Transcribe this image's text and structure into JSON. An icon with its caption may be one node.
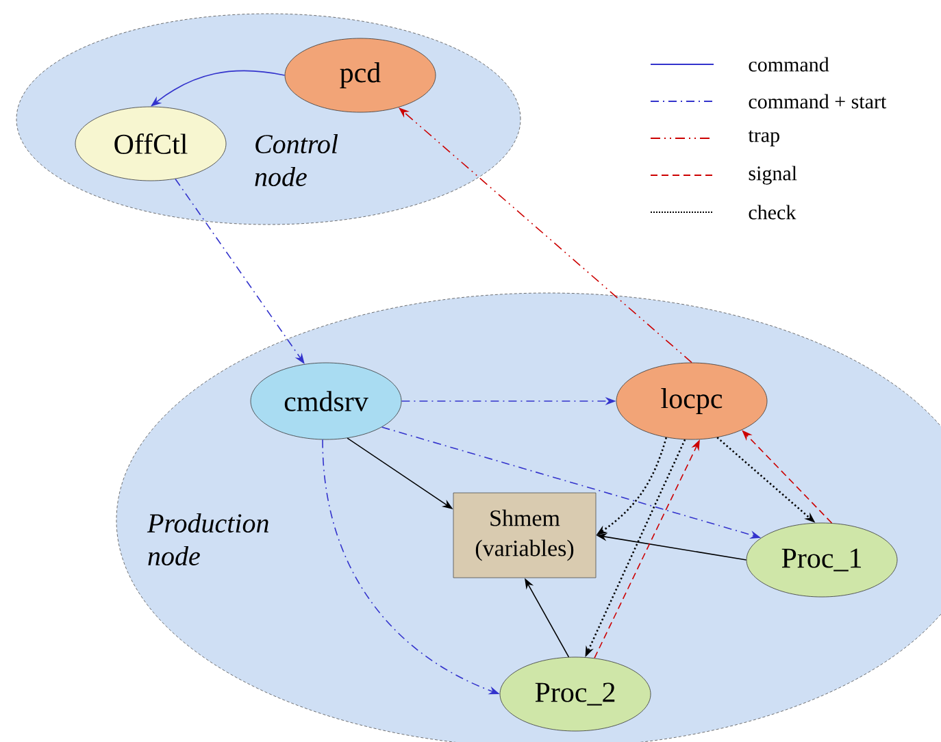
{
  "diagram": {
    "nodes": [
      {
        "text": [
          "Control node"
        ]
      },
      {
        "text": [
          "pcd"
        ],
        "in": 0
      },
      {
        "text": [
          "OffCtl"
        ],
        "in": 0
      },
      {
        "text": [
          "Production node"
        ]
      },
      {
        "text": [
          "cmdsrv"
        ],
        "in": 3
      },
      {
        "text": [
          "locpc"
        ],
        "in": 3
      },
      {
        "text": [
          "Shmem (variables)"
        ],
        "in": 3
      },
      {
        "text": [
          "Proc_1"
        ],
        "in": 3
      },
      {
        "text": [
          "Proc_2"
        ],
        "in": 3
      }
    ],
    "edges": [
      {
        "from": 1,
        "to": 2,
        "arrow": "to",
        "color": "#3333cc"
      },
      {
        "from": 2,
        "to": 4,
        "arrow": "to",
        "style": "dashed",
        "color": "#3333cc"
      },
      {
        "from": 5,
        "to": 1,
        "arrow": "to",
        "style": "dashed",
        "color": "#cc0000"
      },
      {
        "from": 4,
        "to": 5,
        "arrow": "to",
        "style": "dashed",
        "color": "#3333cc"
      },
      {
        "from": 4,
        "to": 7,
        "arrow": "to",
        "style": "dashed",
        "color": "#3333cc"
      },
      {
        "from": 4,
        "to": 8,
        "arrow": "to",
        "style": "dashed",
        "color": "#3333cc"
      },
      {
        "from": 4,
        "to": 6,
        "arrow": "to"
      },
      {
        "from": 7,
        "to": 6,
        "arrow": "to"
      },
      {
        "from": 8,
        "to": 6,
        "arrow": "to"
      },
      {
        "from": 5,
        "to": 6,
        "arrow": "to",
        "style": "dashed"
      },
      {
        "from": 5,
        "to": 8,
        "arrow": "to",
        "style": "dashed"
      },
      {
        "from": 8,
        "to": 5,
        "arrow": "to",
        "style": "dashed",
        "color": "#cc0000"
      },
      {
        "from": 5,
        "to": 7,
        "arrow": "to",
        "style": "dashed"
      },
      {
        "from": 7,
        "to": 5,
        "arrow": "to",
        "style": "dashed",
        "color": "#cc0000"
      }
    ],
    "legend": [
      {
        "text": "command"
      },
      {
        "text": "command + start"
      },
      {
        "text": "trap"
      },
      {
        "text": "signal"
      },
      {
        "text": "check"
      }
    ]
  }
}
